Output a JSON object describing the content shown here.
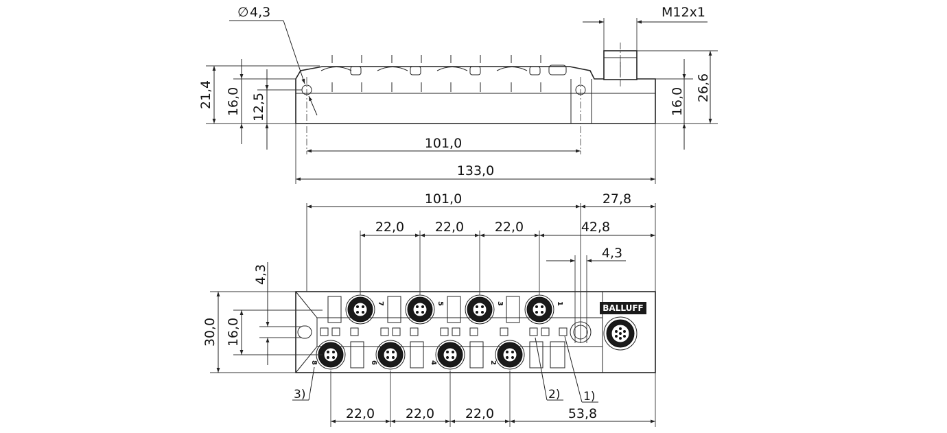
{
  "side_view": {
    "hole_diameter": "4,3",
    "thread": "M12x1",
    "height_total_left": "21,4",
    "height_body_left": "16,0",
    "height_hole_left": "12,5",
    "height_connector_right": "26,6",
    "height_body_right": "16,0",
    "length_holes": "101,0",
    "length_total": "133,0"
  },
  "top_view": {
    "length_holes": "101,0",
    "right_offset": "27,8",
    "right_offset_2": "42,8",
    "pitch_top": [
      "22,0",
      "22,0",
      "22,0"
    ],
    "hole_diameter": "4,3",
    "offset_small": "4,3",
    "width_total": "30,0",
    "width_mid": "16,0",
    "pitch_bottom": [
      "22,0",
      "22,0",
      "22,0"
    ],
    "right_offset_bottom": "53,8",
    "callouts": [
      "1)",
      "2)",
      "3)"
    ],
    "brand": "BALLUFF",
    "port_numbers_top": [
      "7",
      "5",
      "3",
      "1"
    ],
    "port_numbers_bottom": [
      "8",
      "6",
      "4",
      "2"
    ]
  }
}
